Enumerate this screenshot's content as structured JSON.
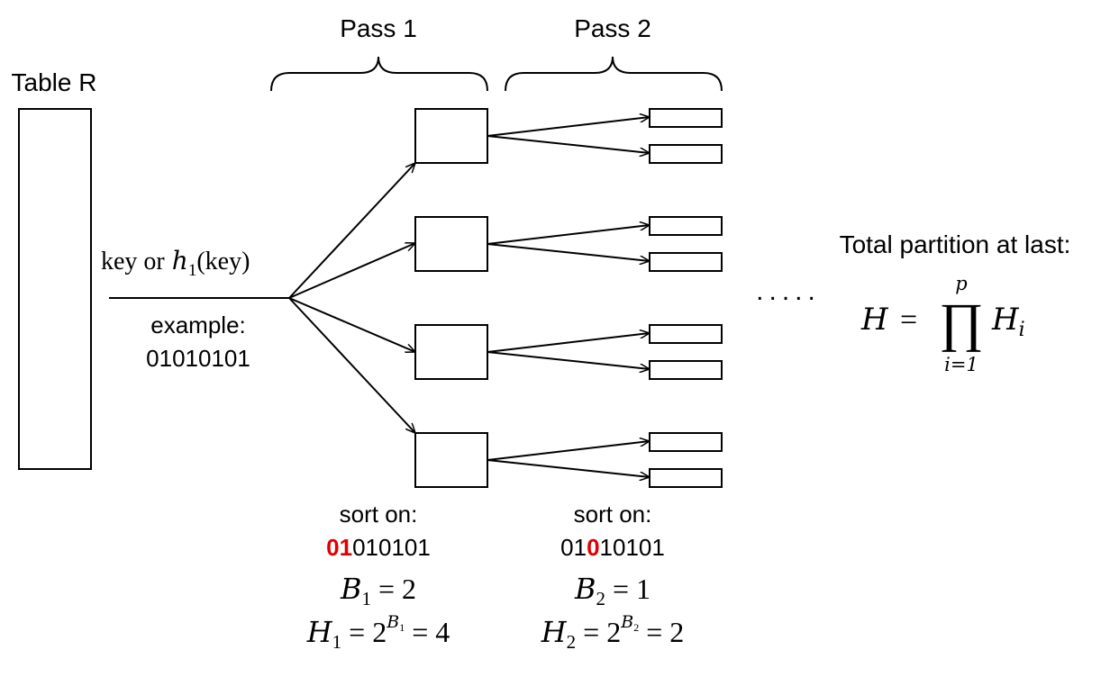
{
  "table_label": "Table R",
  "passes": [
    {
      "label": "Pass 1",
      "sort_label": "sort on:",
      "bits_highlight": "01",
      "bits_rest": "010101",
      "b_var": "B",
      "b_sub": "1",
      "b_value": "2",
      "h_var": "H",
      "h_sub": "1",
      "h_base": "2",
      "h_exp_var": "B",
      "h_exp_sub": "1",
      "h_value": "4"
    },
    {
      "label": "Pass 2",
      "sort_label": "sort on:",
      "bits_prefix": "01",
      "bits_highlight": "0",
      "bits_rest": "10101",
      "b_var": "B",
      "b_sub": "2",
      "b_value": "1",
      "h_var": "H",
      "h_sub": "2",
      "h_base": "2",
      "h_exp_var": "B",
      "h_exp_sub": "2",
      "h_value": "2"
    }
  ],
  "input": {
    "key_text": "key or",
    "h_var": "h",
    "h_sub": "1",
    "arg": "(key)",
    "example_label": "example:",
    "example_value": "01010101"
  },
  "ellipsis": ".....",
  "total": {
    "label": "Total partition at last:",
    "lhs": "H",
    "eq": "=",
    "prod": "∏",
    "upper": "p",
    "lower": "i=1",
    "rhs_var": "H",
    "rhs_sub": "i"
  },
  "colors": {
    "stroke": "#000000",
    "highlight": "#e00000"
  }
}
